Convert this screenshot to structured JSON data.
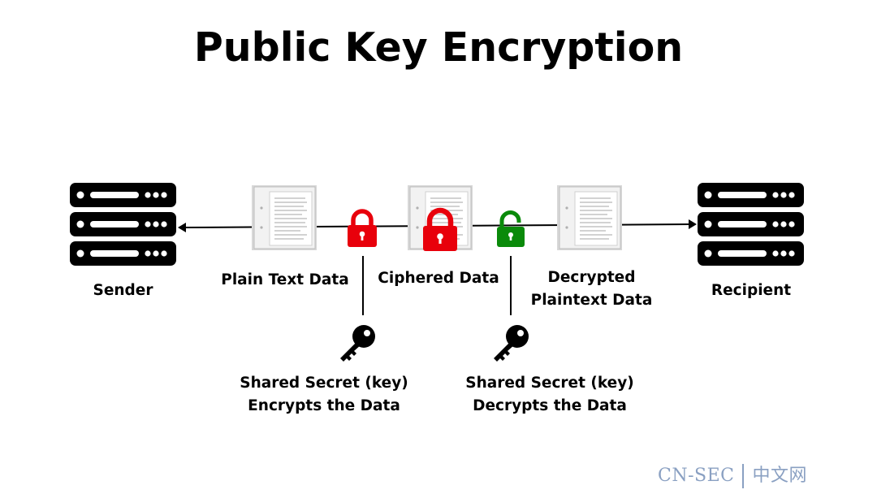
{
  "title": "Public Key Encryption",
  "nodes": {
    "sender": "Sender",
    "plain_text": "Plain Text Data",
    "ciphered": "Ciphered Data",
    "decrypted": [
      "Decrypted",
      "Plaintext Data"
    ],
    "recipient": "Recipient"
  },
  "keys": {
    "encrypt": [
      "Shared Secret (key)",
      "Encrypts the Data"
    ],
    "decrypt": [
      "Shared Secret (key)",
      "Decrypts the Data"
    ]
  },
  "icons": {
    "server": "server-stack-icon",
    "document": "document-icon",
    "lock_closed": "padlock-closed-icon",
    "lock_open": "padlock-open-icon",
    "key": "key-icon"
  },
  "colors": {
    "lock_red": "#e8000b",
    "lock_green": "#0a8a0a",
    "ink": "#000000"
  },
  "watermark": {
    "left": "CN-SEC",
    "right": "中文网"
  }
}
